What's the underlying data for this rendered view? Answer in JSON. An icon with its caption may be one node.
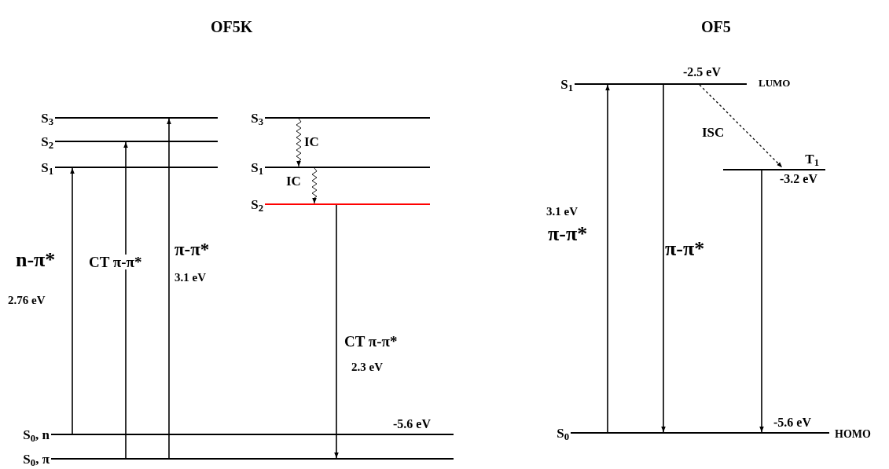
{
  "diagram": {
    "nodes": [
      {
        "text": [
          "S$_{3}$"
        ]
      },
      {
        "text": [
          "S$_{2}$"
        ]
      },
      {
        "text": [
          "S$_{1}$"
        ]
      },
      {
        "text": [
          "S$_{0}$, n"
        ],
        "beside": [
          "-5.6 eV"
        ]
      },
      {
        "text": [
          "S$_{0}$, π"
        ]
      },
      {
        "text": [
          "S$_{3}$"
        ]
      },
      {
        "text": [
          "S$_{1}$"
        ]
      },
      {
        "text": [
          "S$_{2}$"
        ]
      },
      {
        "text": [
          "S$_{1}$"
        ],
        "beside": [
          "-2.5 eV",
          "LUMO"
        ]
      },
      {
        "text": [
          "T$_{1}$"
        ],
        "beside": [
          "-3.2 eV"
        ]
      },
      {
        "text": [
          "S$_{0}$"
        ],
        "beside": [
          "-5.6 eV",
          "HOMO"
        ]
      }
    ],
    "edges": [
      {
        "from": 3,
        "to": 2,
        "arrow": "to"
      },
      {
        "from": 4,
        "to": 1,
        "arrow": "to"
      },
      {
        "from": 4,
        "to": 0,
        "arrow": "to"
      },
      {
        "from": 5,
        "to": 6,
        "arrow": "to",
        "label": "IC"
      },
      {
        "from": 6,
        "to": 7,
        "arrow": "to",
        "label": "IC"
      },
      {
        "from": 7,
        "to": 4,
        "arrow": "to"
      },
      {
        "from": 10,
        "to": 8,
        "arrow": "to"
      },
      {
        "from": 8,
        "to": 10,
        "arrow": "to"
      },
      {
        "from": 8,
        "to": 9,
        "arrow": "to",
        "label": "ISC",
        "style": "dashed"
      },
      {
        "from": 9,
        "to": 10,
        "arrow": "to"
      }
    ],
    "labels": [
      "OF5K",
      "OF5",
      "n-π*",
      "2.76 eV",
      "CT π-π*",
      "π-π*",
      "3.1 eV",
      "CT π-π*",
      "2.3 eV",
      "3.1 eV",
      "π-π*",
      "π-π*"
    ]
  }
}
